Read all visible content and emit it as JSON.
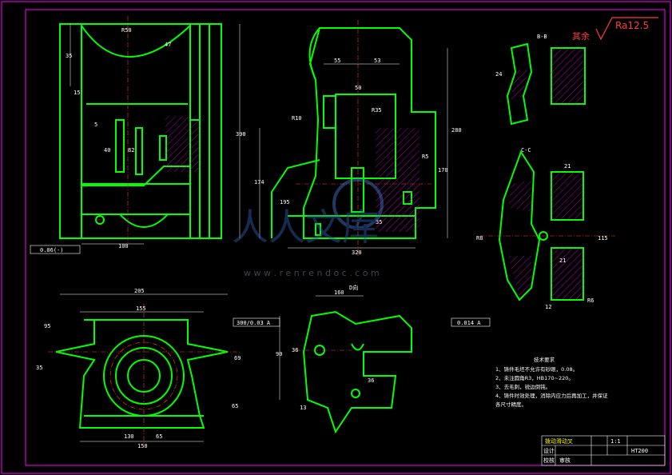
{
  "roughness": {
    "prefix": "其余",
    "value": "Ra12.5"
  },
  "sections": {
    "bb": "B-B",
    "cc": "C-C",
    "d": "D向"
  },
  "dims": {
    "d35": "35",
    "d47": "47",
    "d40": "40",
    "d82": "82",
    "d390": "390",
    "d100": "100",
    "d15": "15",
    "d5": "5",
    "dR50": "R50",
    "d55": "55",
    "d53": "53",
    "d50": "50",
    "d174": "174",
    "d280": "280",
    "d170": "170",
    "d320": "320",
    "dR35": "R35",
    "dR10": "R10",
    "dR5": "R5",
    "d195": "195",
    "d35b": "35",
    "d21": "21",
    "d115": "115",
    "d12": "12",
    "d24": "24",
    "d21b": "21",
    "dR8": "R8",
    "dR6": "R6",
    "d205": "205",
    "d155": "155",
    "d150": "150",
    "d95": "95",
    "d65": "65",
    "d69": "69",
    "d35c": "35",
    "d130": "130",
    "d65b": "65",
    "d160": "160",
    "d90": "90",
    "d36": "36",
    "d13": "13",
    "d36b": "36",
    "tol1": "0.06(-)",
    "tol2": "300/0.03 A",
    "tol3": "0.014 A"
  },
  "watermark": {
    "cn": "人人文库",
    "url": "w w w . r e n r e n d o c . c o m"
  },
  "notes": {
    "title": "技术要求",
    "lines": [
      "1、铸件毛坯不允许有砂眼，0.08。",
      "2、未注圆角R3，HB170~220。",
      "3、去毛刺，锐边倒钝。",
      "4、铸件时效处理，消除内应力后再加工，并保证",
      "   各尺寸精度。"
    ]
  },
  "titleblock": {
    "name": "拨动滑动叉",
    "material": "HT200",
    "scale": "1:1",
    "cells": [
      "设计",
      "校核",
      "审核"
    ]
  }
}
